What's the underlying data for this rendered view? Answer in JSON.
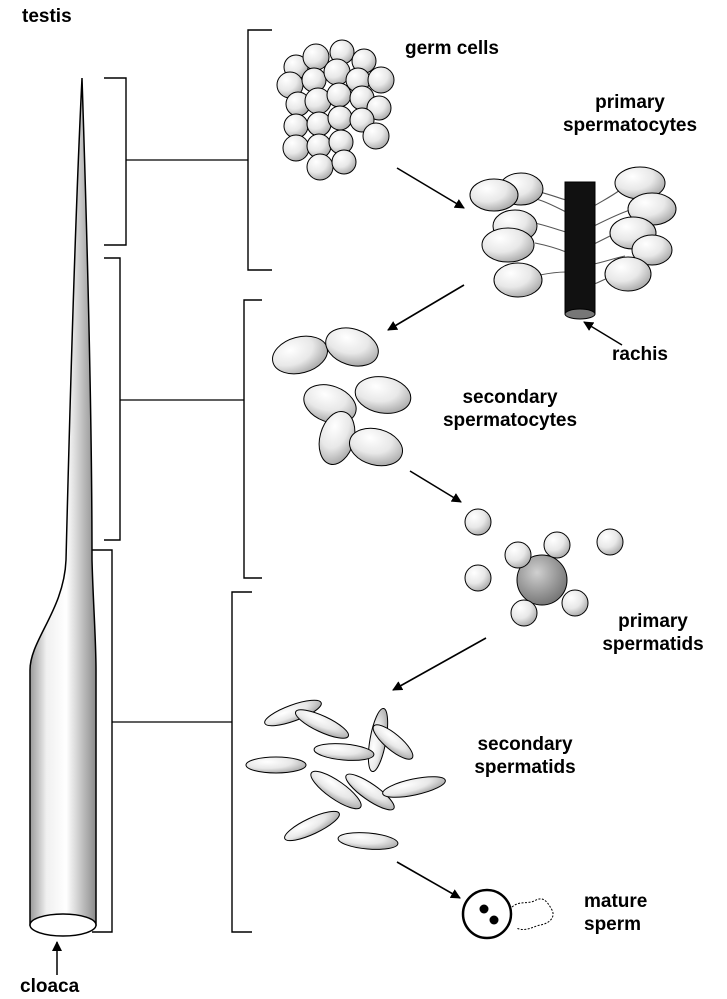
{
  "labels": {
    "testis": "testis",
    "cloaca": "cloaca",
    "rachis": "rachis"
  },
  "stages": [
    {
      "id": "germ-cells",
      "lines": [
        "germ cells"
      ]
    },
    {
      "id": "primary-spermatocytes",
      "lines": [
        "primary",
        "spermatocytes"
      ]
    },
    {
      "id": "secondary-spermatocytes",
      "lines": [
        "secondary",
        "spermatocytes"
      ]
    },
    {
      "id": "primary-spermatids",
      "lines": [
        "primary",
        "spermatids"
      ]
    },
    {
      "id": "secondary-spermatids",
      "lines": [
        "secondary",
        "spermatids"
      ]
    },
    {
      "id": "mature-sperm",
      "lines": [
        "mature",
        "sperm"
      ]
    }
  ],
  "colors": {
    "ink": "#000000",
    "cell_fill": "#eeeeee",
    "stipple": "#888888",
    "rachis": "#111111"
  }
}
